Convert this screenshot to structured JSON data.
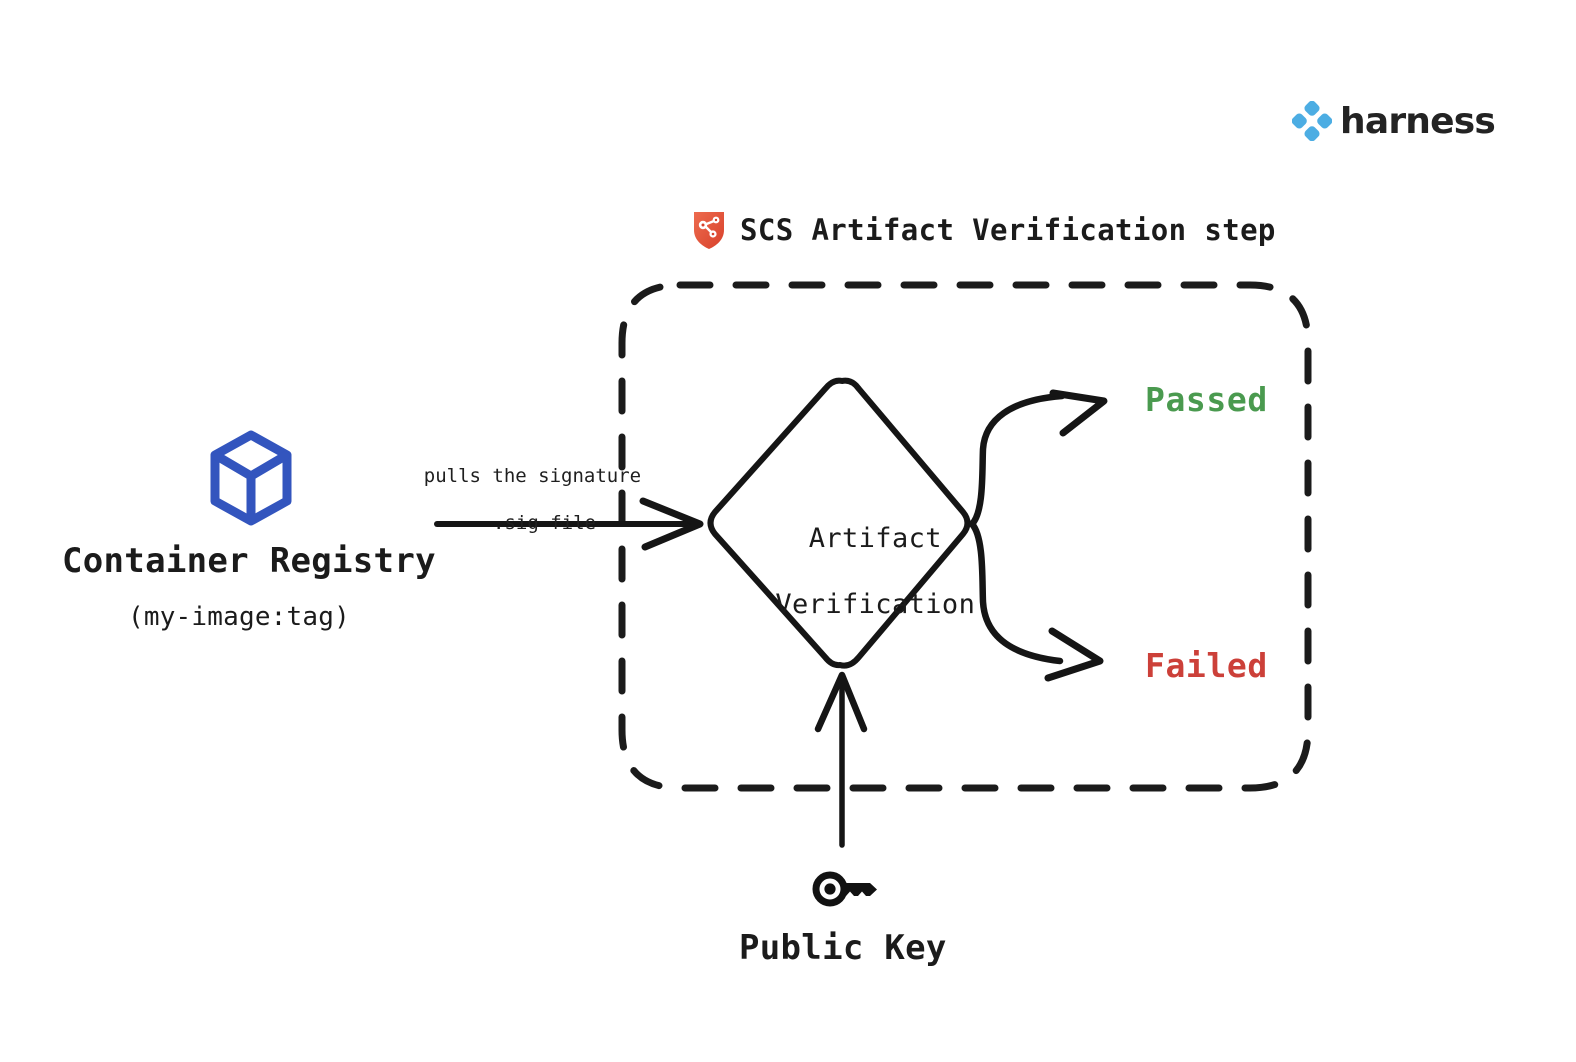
{
  "brand": {
    "name": "harness",
    "logo_icon": "harness-diamond-logo",
    "logo_color": "#4CADE3"
  },
  "step": {
    "title": "SCS Artifact Verification step",
    "icon": "shield-supply-chain-icon",
    "icon_color": "#E2543C"
  },
  "source": {
    "icon": "container-cube-icon",
    "icon_color": "#3355BE",
    "label": "Container Registry",
    "sublabel": "(my-image:tag)"
  },
  "edges": {
    "pull_note_line1": "pulls the signature",
    "pull_note_line2": ".sig file"
  },
  "decision": {
    "label_line1": "Artifact",
    "label_line2": "Verification"
  },
  "outcomes": [
    {
      "label": "Passed",
      "color": "#4A9A4F"
    },
    {
      "label": "Failed",
      "color": "#CC4039"
    }
  ],
  "key": {
    "icon": "key-icon",
    "icon_color": "#121212",
    "label": "Public Key"
  },
  "canvas": {
    "background": "#FFFFFF",
    "stroke": "#1B1B1B"
  }
}
